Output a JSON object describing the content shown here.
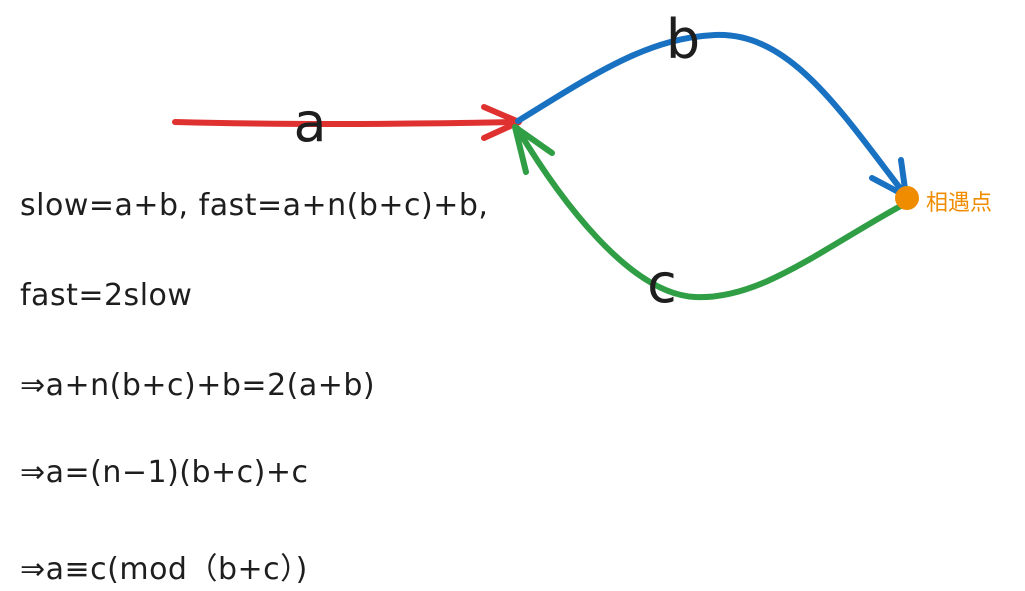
{
  "diagram": {
    "labels": {
      "a": "a",
      "b": "b",
      "c": "c"
    },
    "meeting_point_label": "相遇点",
    "colors": {
      "a_path": "#e03131",
      "b_path": "#1971c2",
      "c_path": "#2f9e44",
      "meeting_point": "#f08c00",
      "text": "#1e1e1e"
    }
  },
  "equations": [
    "slow=a+b, fast=a+n(b+c)+b,",
    "fast=2slow",
    "⇒a+n(b+c)+b=2(a+b)",
    "⇒a=(n−1)(b+c)+c",
    "⇒a≡c(mod（b+c）)"
  ]
}
